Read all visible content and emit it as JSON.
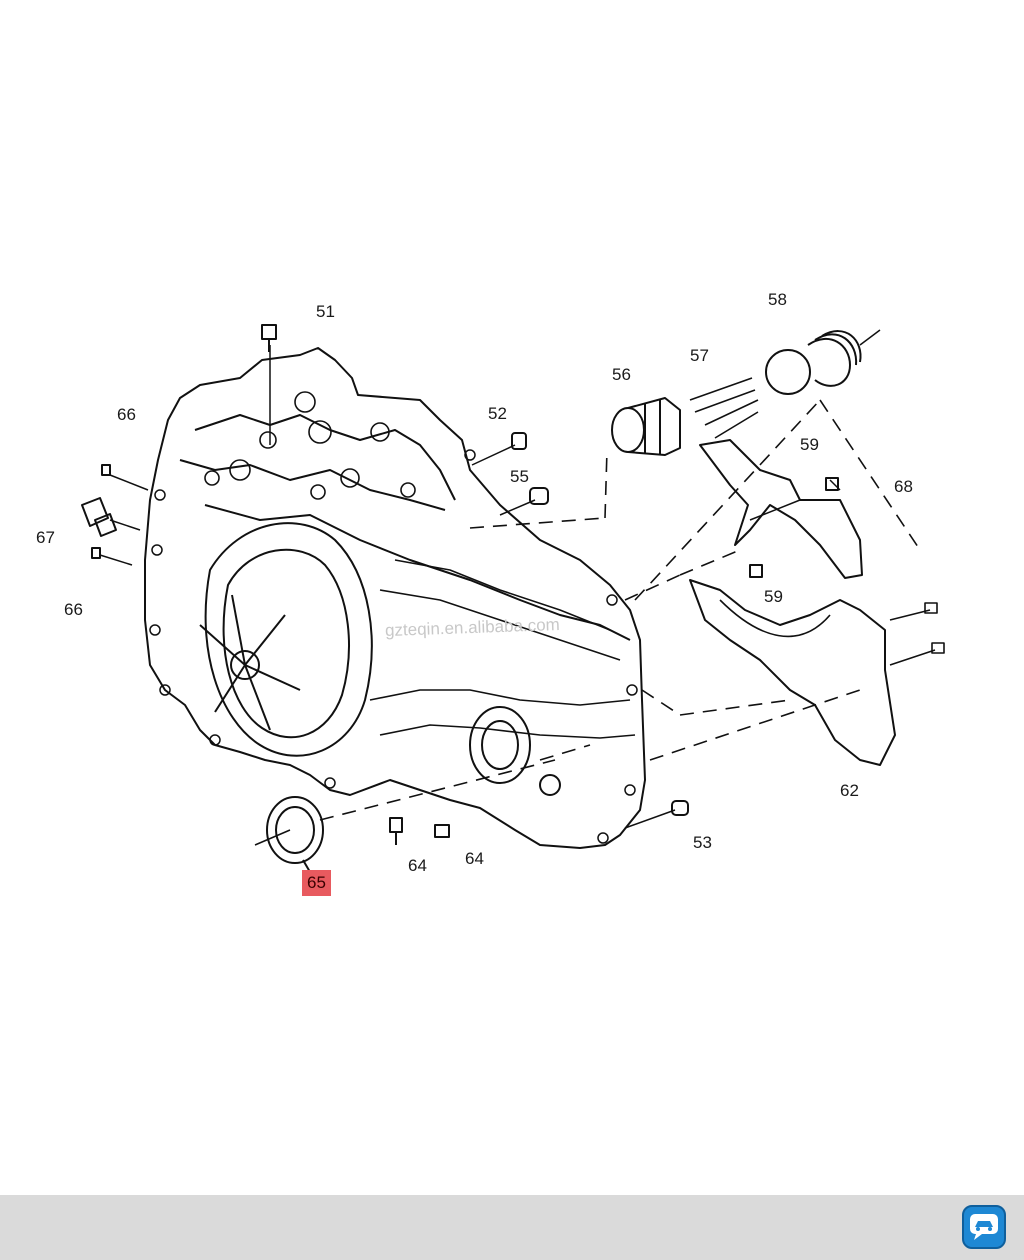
{
  "watermark": "gzteqin.en.alibaba.com",
  "callouts": [
    {
      "id": "c51",
      "label": "51"
    },
    {
      "id": "c52",
      "label": "52"
    },
    {
      "id": "c53",
      "label": "53"
    },
    {
      "id": "c55",
      "label": "55"
    },
    {
      "id": "c56",
      "label": "56"
    },
    {
      "id": "c57",
      "label": "57"
    },
    {
      "id": "c58",
      "label": "58"
    },
    {
      "id": "c59a",
      "label": "59"
    },
    {
      "id": "c59b",
      "label": "59"
    },
    {
      "id": "c62",
      "label": "62"
    },
    {
      "id": "c64a",
      "label": "64"
    },
    {
      "id": "c64b",
      "label": "64"
    },
    {
      "id": "c65",
      "label": "65",
      "highlighted": true
    },
    {
      "id": "c66a",
      "label": "66"
    },
    {
      "id": "c66b",
      "label": "66"
    },
    {
      "id": "c67",
      "label": "67"
    },
    {
      "id": "c68",
      "label": "68"
    }
  ],
  "colors": {
    "highlight": "#e85a5f",
    "footer": "#dadada",
    "logo": "#1e88d4"
  },
  "footer": {
    "logo_icon": "car-chat-logo-icon"
  }
}
